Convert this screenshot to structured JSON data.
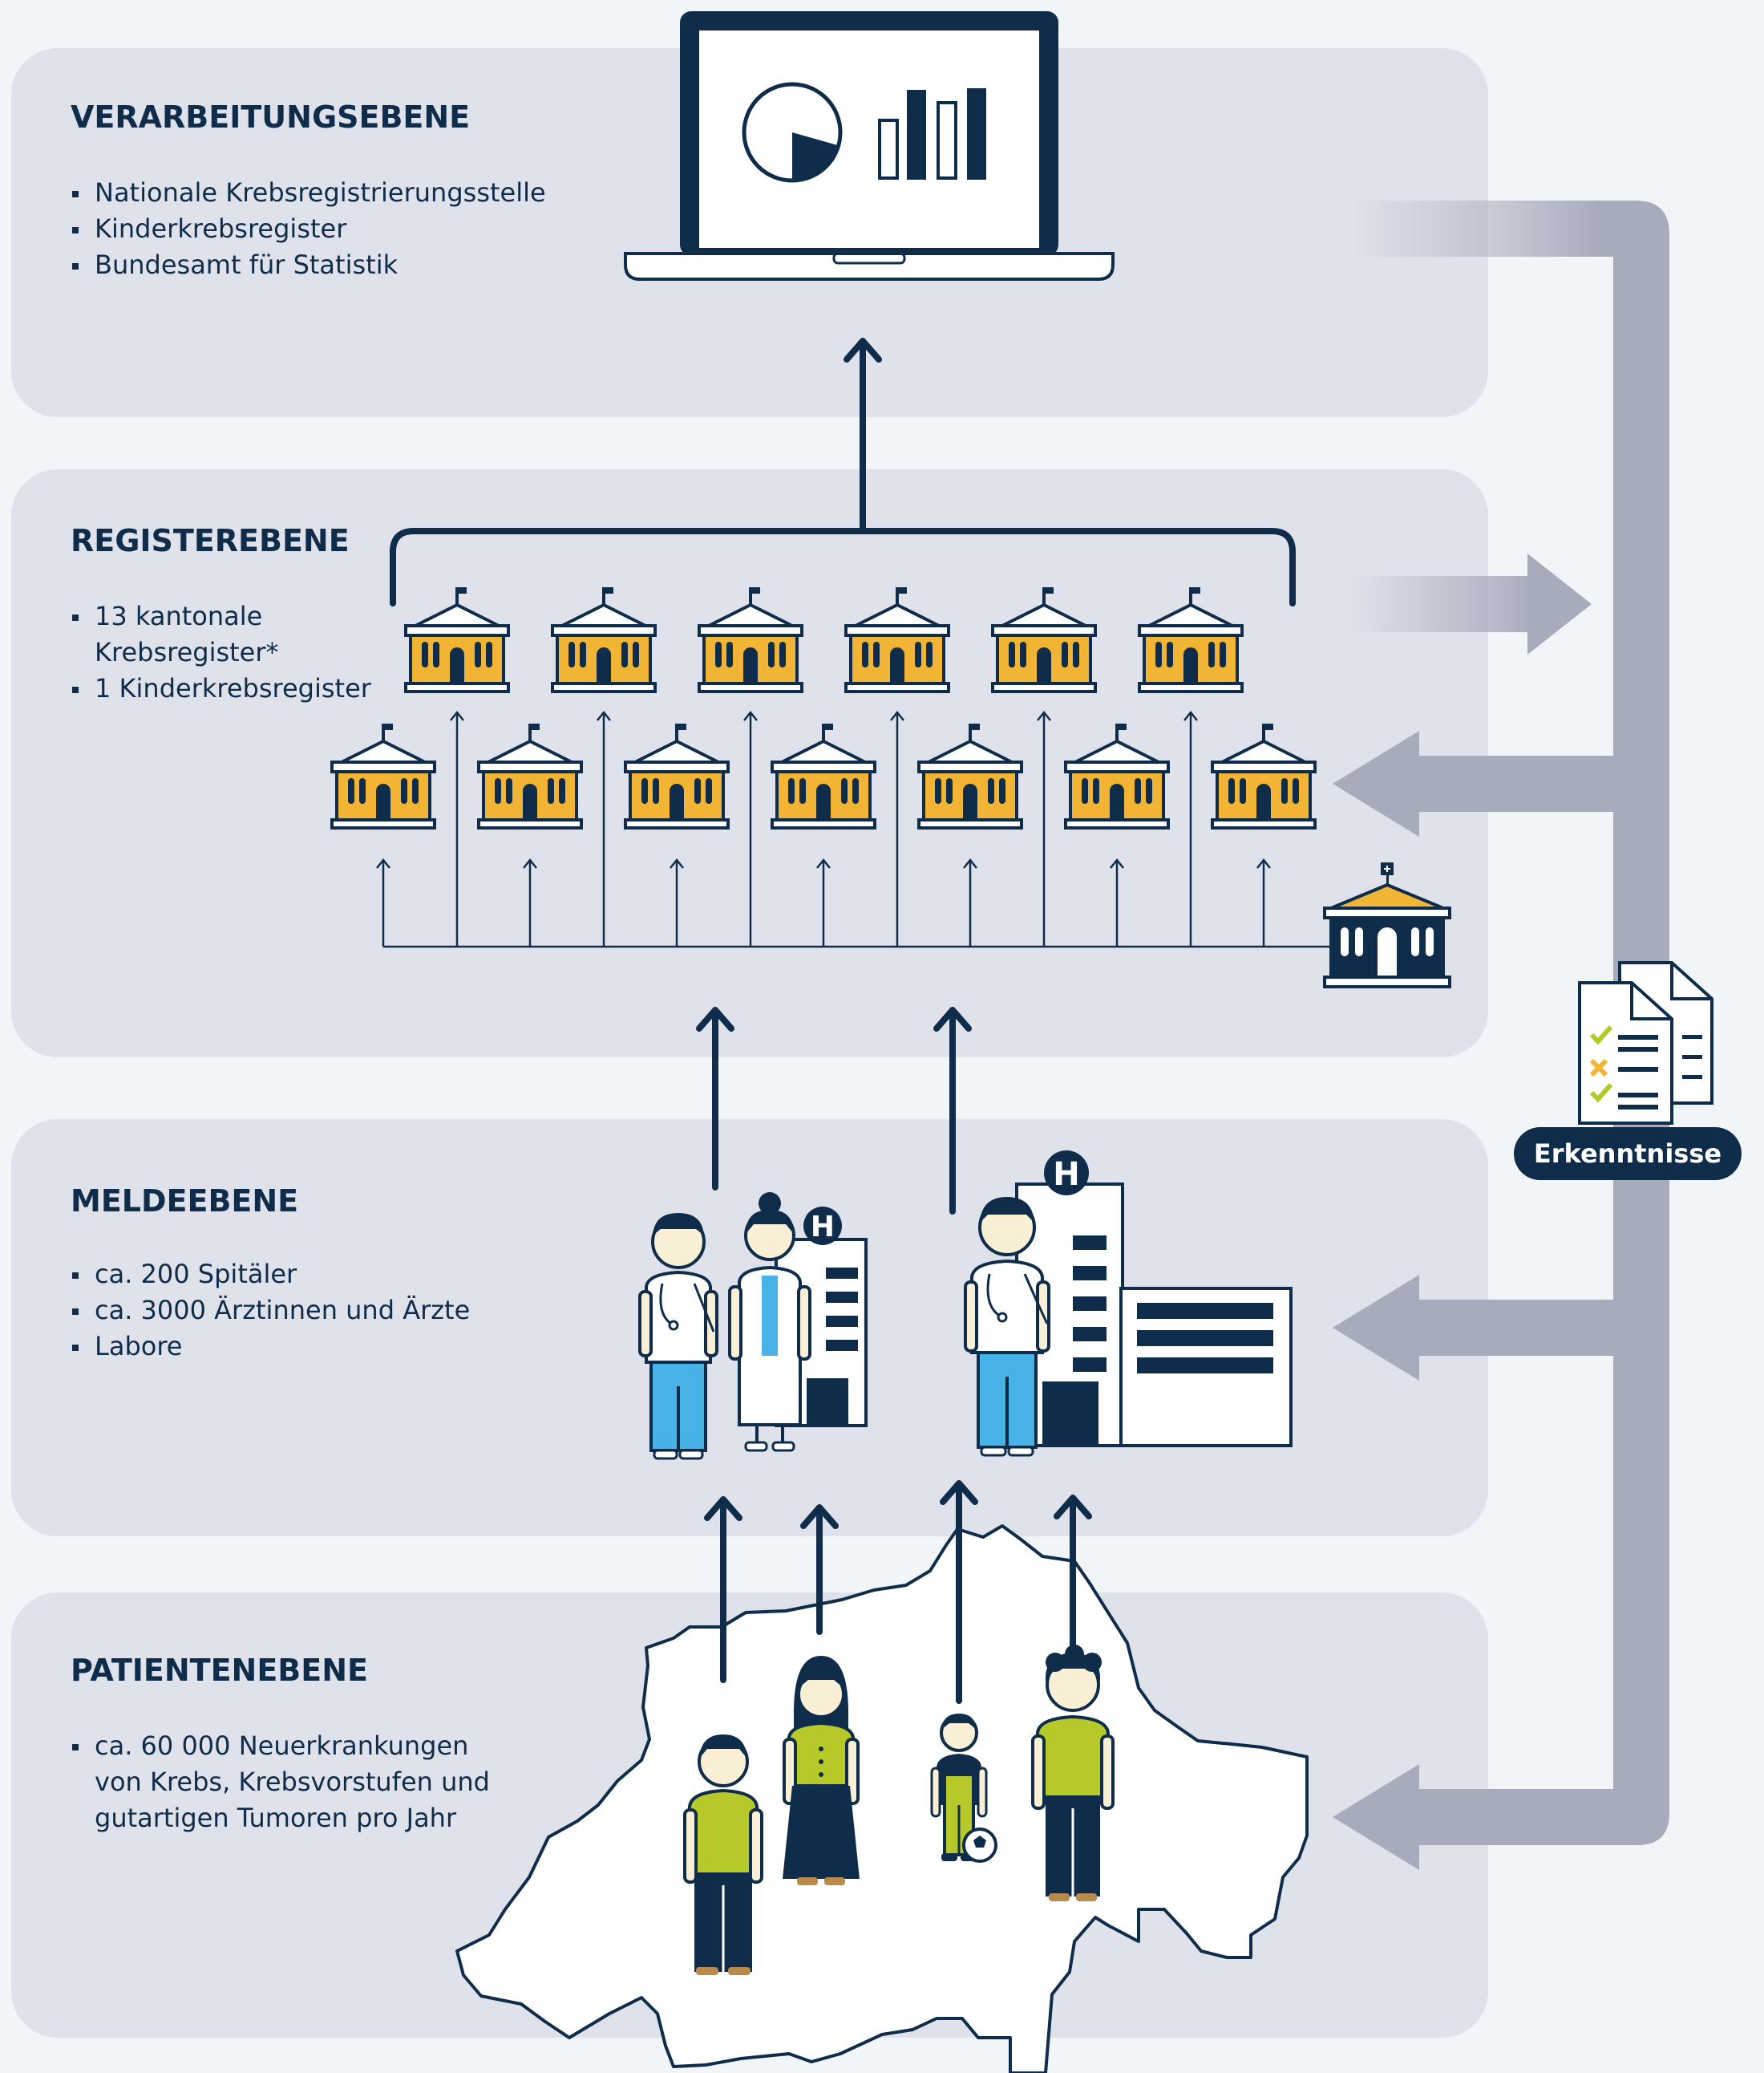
{
  "levels": [
    {
      "heading": "VERARBEITUNGSEBENE",
      "items": [
        "Nationale Krebsregistrierungsstelle",
        "Kinderkrebsregister",
        "Bundesamt für Statistik"
      ]
    },
    {
      "heading": "REGISTEREBENE",
      "items": [
        "13 kantonale",
        "Krebsregister*",
        "1 Kinderkrebsregister"
      ]
    },
    {
      "heading": "MELDEEBENE",
      "items": [
        "ca. 200 Spitäler",
        "ca. 3000 Ärztinnen und Ärzte",
        "Labore"
      ]
    },
    {
      "heading": "PATIENTENEBENE",
      "items": [
        "ca. 60 000 Neuerkrankungen",
        "von Krebs, Krebsvorstufen und",
        "gutartigen Tumoren pro Jahr"
      ]
    }
  ],
  "feedback_label": "Erkenntnisse",
  "colors": {
    "background": "#f2f5f7",
    "panel": "#dfe2ea",
    "navy": "#0f2d4a",
    "registry_yellow": "#f2b434",
    "patient_green": "#b6c928",
    "staff_blue": "#48b3e6",
    "feedback_gray": "#a7acbd"
  },
  "icons": [
    "laptop-icon",
    "pie-chart-icon",
    "bar-chart-icon",
    "registry-building-icon",
    "federal-building-icon",
    "hospital-icon",
    "doctor-icon",
    "patient-icon",
    "report-document-icon",
    "switzerland-map"
  ]
}
